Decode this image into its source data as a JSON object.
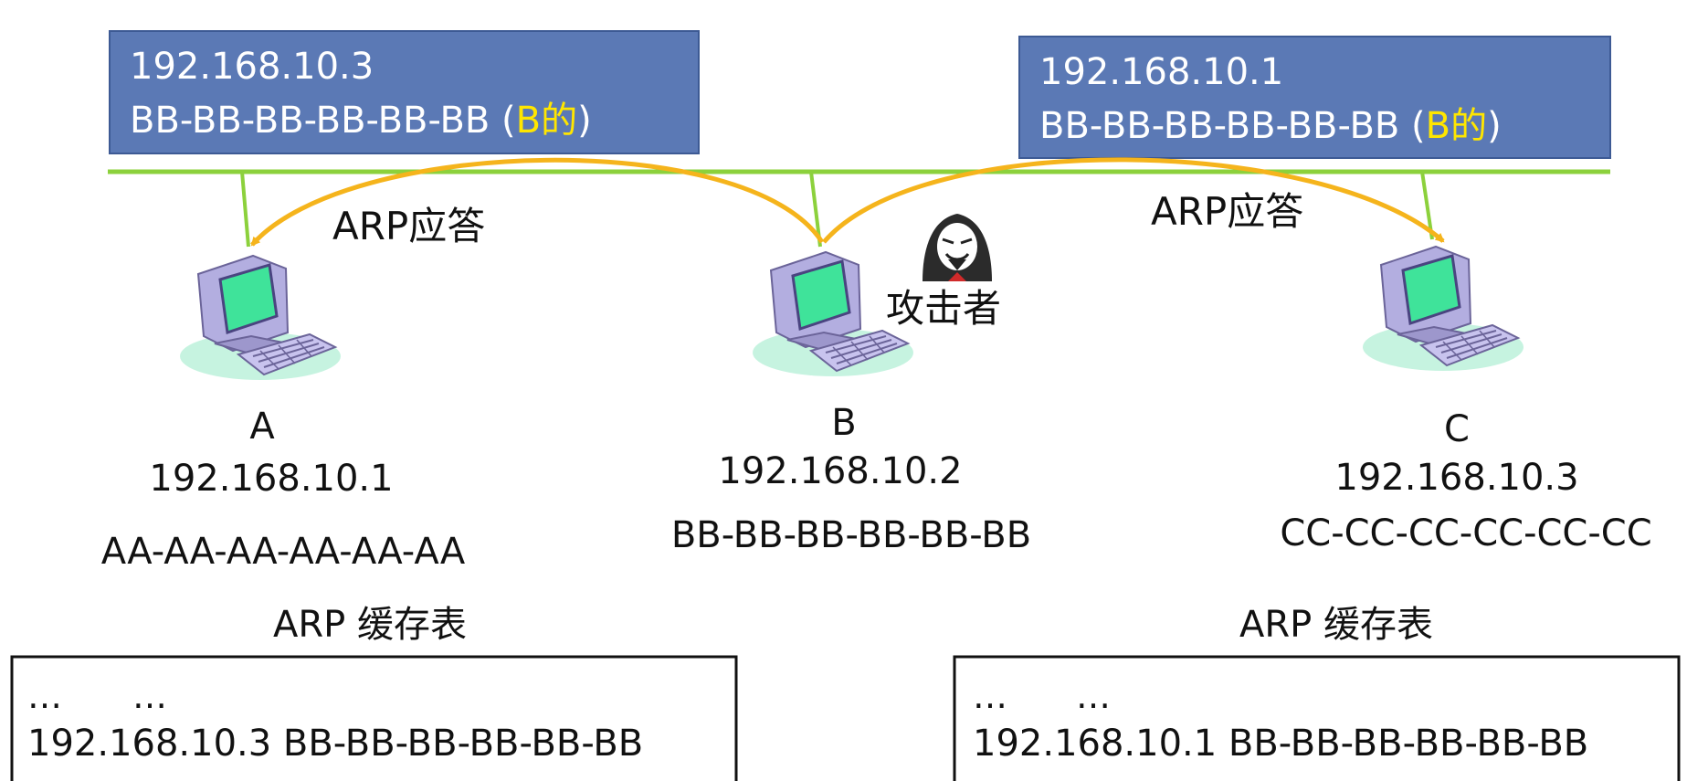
{
  "packets": [
    {
      "ip": "192.168.10.3",
      "mac": "BB-BB-BB-BB-BB-BB",
      "paren_open": " (",
      "owner": "B的",
      "paren_close": ")"
    },
    {
      "ip": "192.168.10.1",
      "mac": "BB-BB-BB-BB-BB-BB",
      "paren_open": " (",
      "owner": "B的",
      "paren_close": ")"
    }
  ],
  "arrows": {
    "left_label": "ARP应答",
    "right_label": "ARP应答"
  },
  "attacker": {
    "label": "攻击者",
    "icon": "hooded-hacker-icon"
  },
  "hosts": [
    {
      "name": "A",
      "ip": "192.168.10.1",
      "mac": "AA-AA-AA-AA-AA-AA",
      "icon": "computer-icon"
    },
    {
      "name": "B",
      "ip": "192.168.10.2",
      "mac": "BB-BB-BB-BB-BB-BB",
      "icon": "computer-icon"
    },
    {
      "name": "C",
      "ip": "192.168.10.3",
      "mac": "CC-CC-CC-CC-CC-CC",
      "icon": "computer-icon"
    }
  ],
  "arp_tables": [
    {
      "title": "ARP 缓存表",
      "ellipsis_1": "…",
      "ellipsis_2": "…",
      "entry": "192.168.10.3 BB-BB-BB-BB-BB-BB"
    },
    {
      "title": "ARP 缓存表",
      "ellipsis_1": "…",
      "ellipsis_2": "…",
      "entry": "192.168.10.1 BB-BB-BB-BB-BB-BB"
    }
  ],
  "colors": {
    "packet_fill": "#5b79b5",
    "packet_stroke": "#3d5a94",
    "highlight": "#ffe600",
    "network_line": "#8cd13c",
    "arrow": "#f5b41c",
    "screen": "#3fe39a",
    "computer_body": "#b3aee0"
  }
}
